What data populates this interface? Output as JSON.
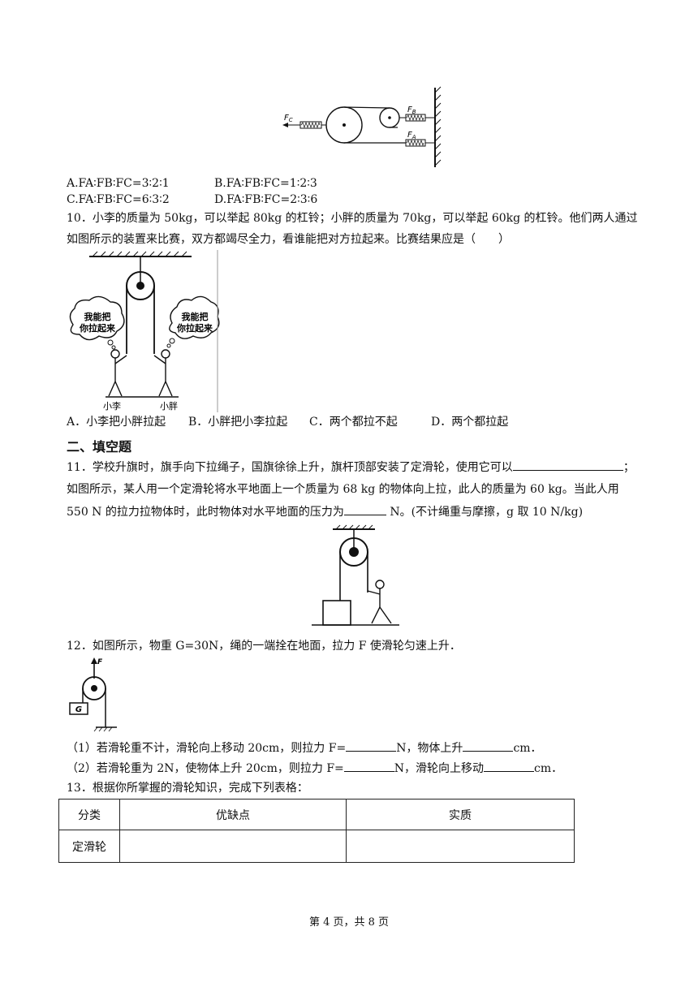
{
  "q9": {
    "fig_labels": {
      "fc": "F",
      "fc_sub": "C",
      "fb": "F",
      "fb_sub": "B",
      "fa": "F",
      "fa_sub": "A"
    },
    "opt_a": "A.FA∶FB∶FC=3∶2∶1",
    "opt_b": "B.FA∶FB∶FC=1∶2∶3",
    "opt_c": "C.FA∶FB∶FC=6∶3∶2",
    "opt_d": "D.FA∶FB∶FC=2∶3∶6"
  },
  "q10": {
    "line1": "10．小李的质量为 50kg，可以举起 80kg 的杠铃；小胖的质量为 70kg，可以举起 60kg 的杠铃。他们两人通过",
    "line2": "如图所示的装置来比赛，双方都竭尽全力，看谁能把对方拉起来。比赛结果应是（　　）",
    "bubble_left_1": "我能把",
    "bubble_left_2": "你拉起来",
    "bubble_right_1": "我能把",
    "bubble_right_2": "你拉起来",
    "name_left": "小李",
    "name_right": "小胖",
    "opt_a": "A．小李把小胖拉起",
    "opt_b": "B．小胖把小李拉起",
    "opt_c": "C．两个都拉不起",
    "opt_d": "D．两个都拉起"
  },
  "section2": "二、填空题",
  "q11": {
    "line1": "11．学校升旗时，旗手向下拉绳子，国旗徐徐上升，旗杆顶部安装了定滑轮，使用它可以",
    "line1_end": "；",
    "line2": "如图所示，某人用一个定滑轮将水平地面上一个质量为 68 kg 的物体向上拉，此人的质量为 60 kg。当此人用",
    "line3a": "550 N 的拉力拉物体时，此时物体对水平地面的压力为",
    "line3b": " N。(不计绳重与摩擦，g 取 10 N/kg)"
  },
  "q12": {
    "line1": "12．如图所示，物重 G=30N，绳的一端拴在地面，拉力 F 使滑轮匀速上升．",
    "fig_f": "F",
    "fig_g": "G",
    "sub1a": "（1）若滑轮重不计，滑轮向上移动 20cm，则拉力 F=",
    "sub1b": "N，物体上升",
    "sub1c": "cm．",
    "sub2a": "（2）若滑轮重为 2N，使物体上升 20cm，则拉力 F=",
    "sub2b": "N，滑轮向上移动",
    "sub2c": "cm．"
  },
  "q13": {
    "line1": "13．根据你所掌握的滑轮知识，完成下列表格：",
    "headers": [
      "分类",
      "优缺点",
      "实质"
    ],
    "row1": [
      "定滑轮",
      "",
      ""
    ]
  },
  "footer": "第 4 页，共 8 页"
}
